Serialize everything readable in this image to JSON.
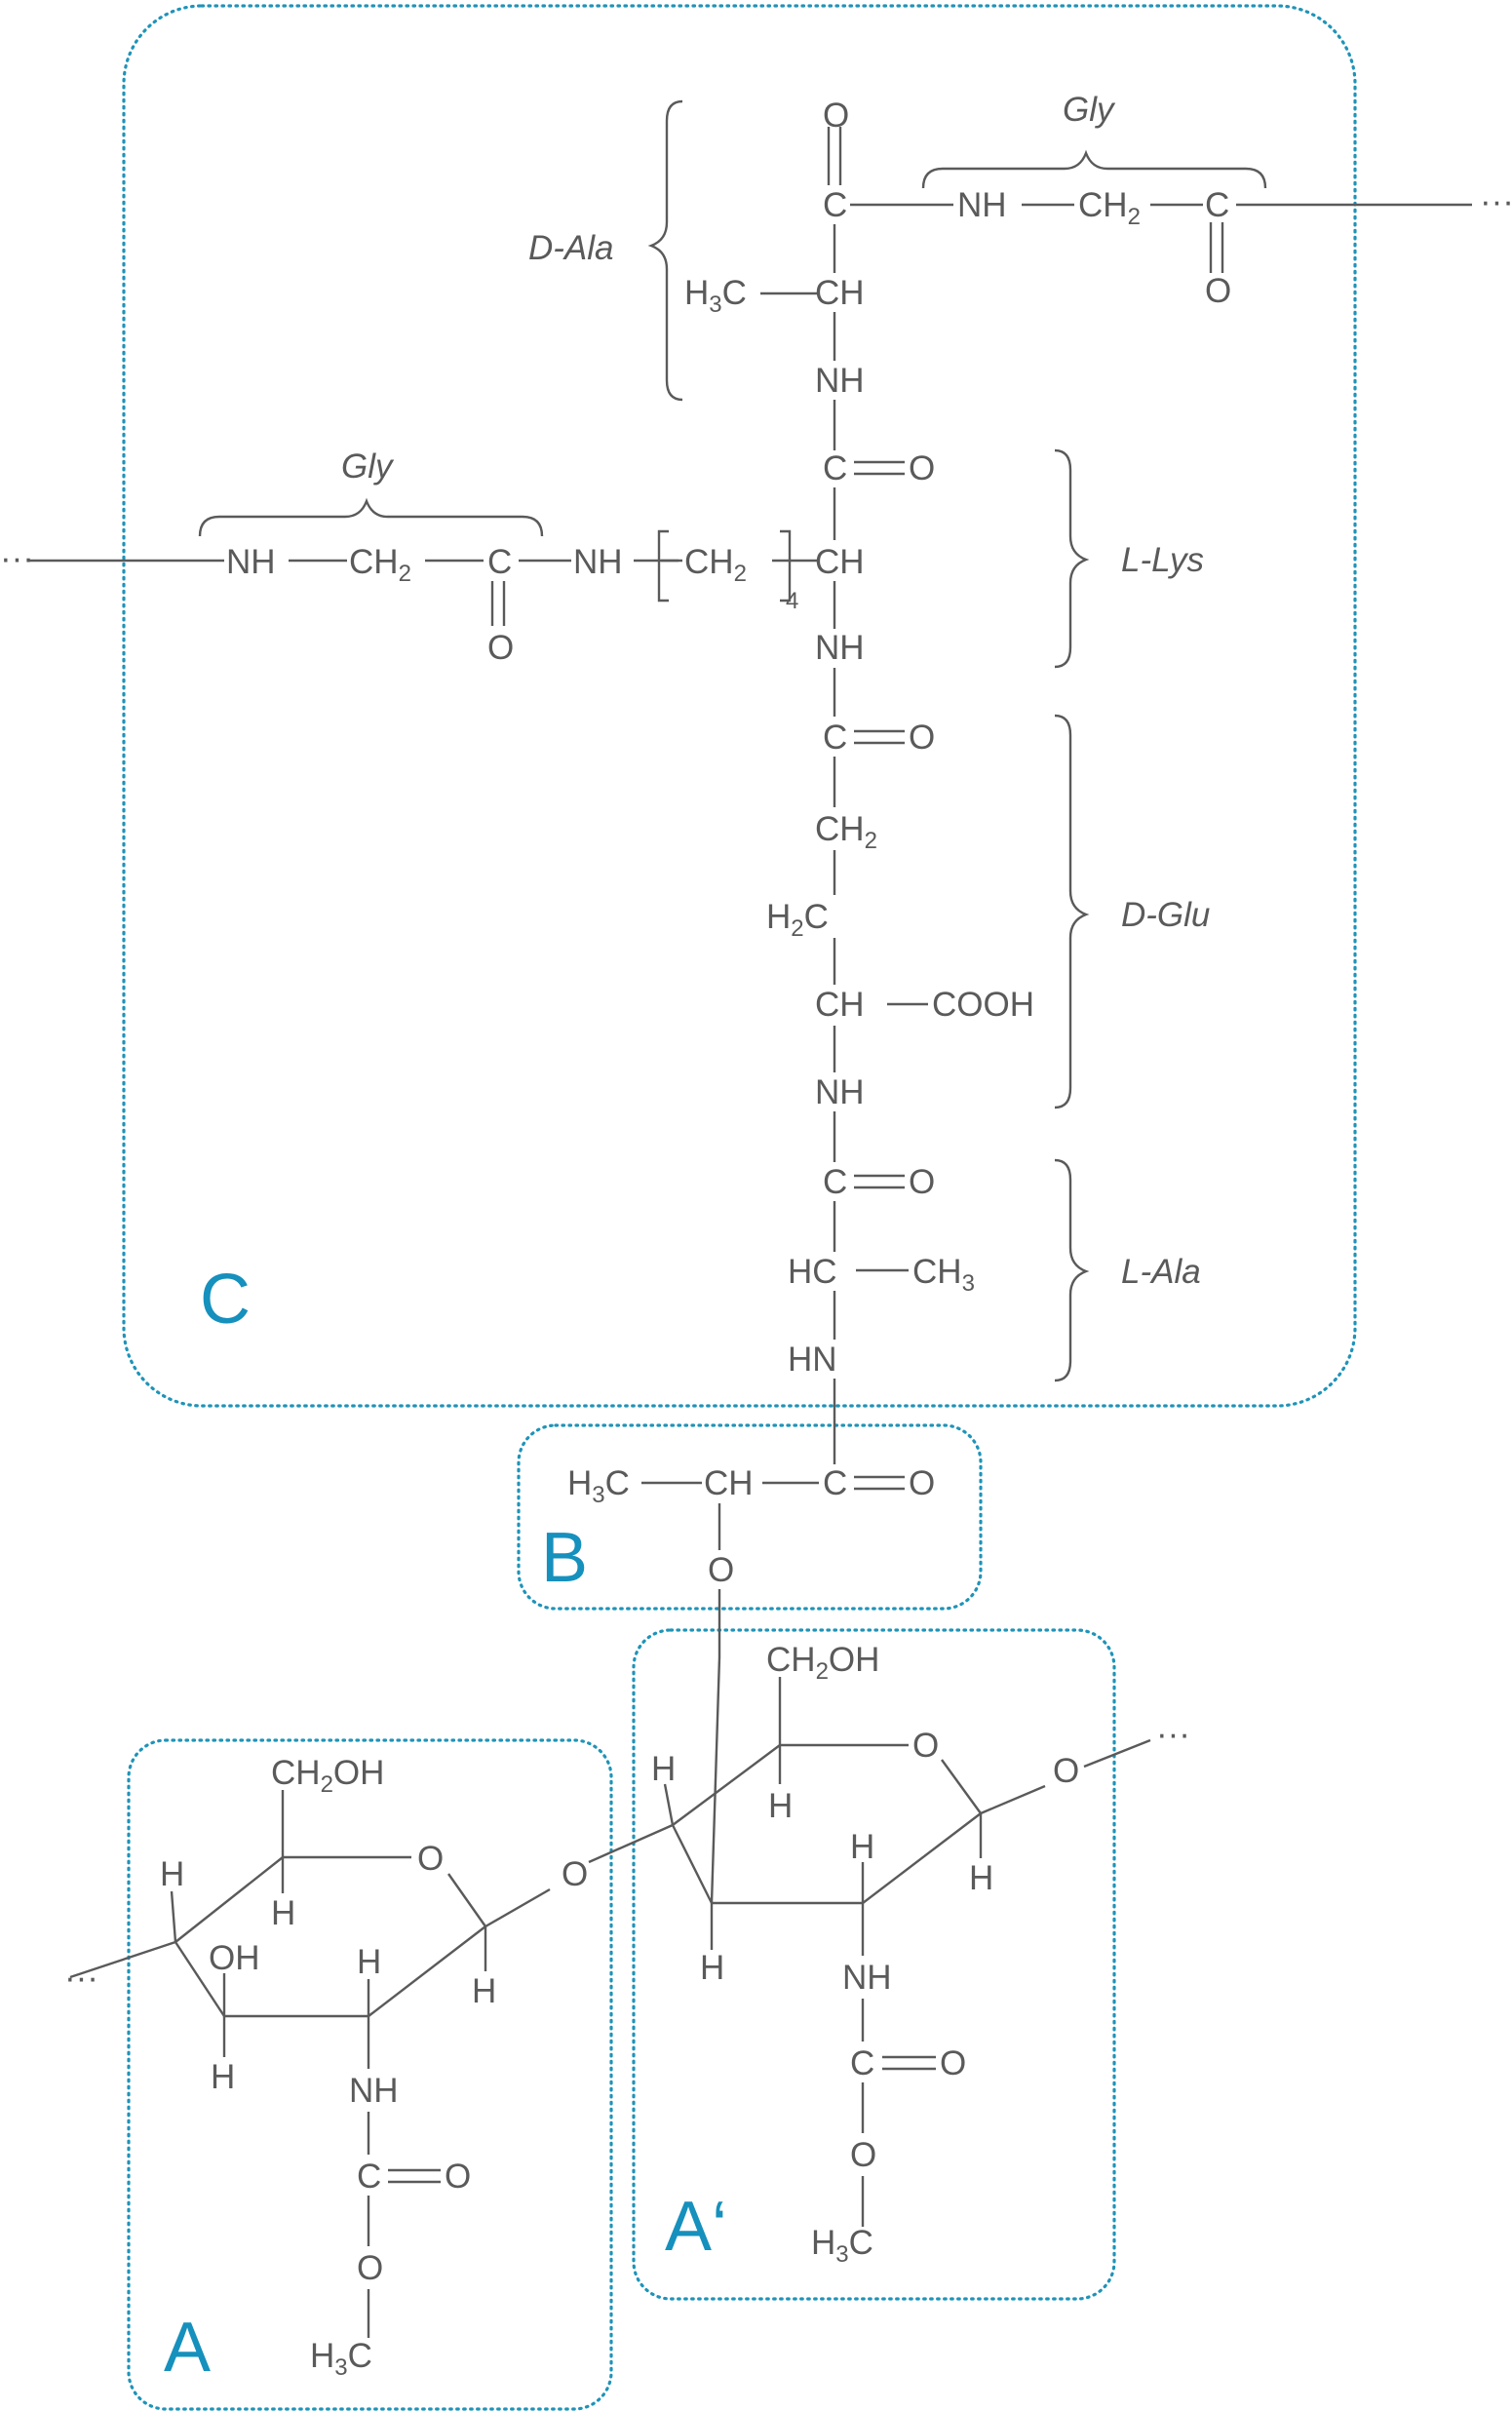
{
  "colors": {
    "structure": "#5a5a5a",
    "region_box": "#1f93b8",
    "region_label": "#1690bd"
  },
  "regions": {
    "a": "A",
    "a_prime": "A‘",
    "b": "B",
    "c": "C"
  },
  "residues": {
    "d_ala": "D-Ala",
    "gly_top": "Gly",
    "gly_left": "Gly",
    "l_lys": "L-Lys",
    "d_glu": "D-Glu",
    "l_ala": "L-Ala"
  },
  "symbols": {
    "ellipsis": "···",
    "sub_2": "2",
    "sub_3": "3",
    "sub_4": "4"
  },
  "atoms": {
    "O": "O",
    "C": "C",
    "H": "H",
    "NH": "NH",
    "HN": "HN",
    "CH": "CH",
    "HC": "HC",
    "CH_prefix": "CH",
    "H_prefix": "H",
    "C_suffix": "C",
    "OH": "OH",
    "COOH": "COOH",
    "CH2OH_suffix": "OH"
  }
}
